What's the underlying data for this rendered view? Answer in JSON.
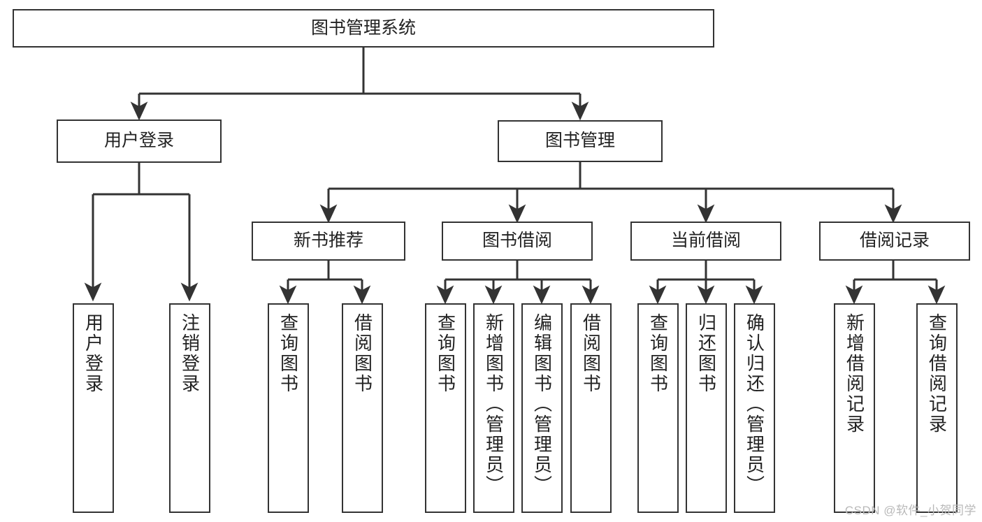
{
  "diagram": {
    "title": "图书管理系统",
    "type": "tree-hierarchy",
    "orientation": "top-down",
    "watermark": "CSDN @软件_小贺同学",
    "colors": {
      "background": "#ffffff",
      "node_border": "#333333",
      "node_fill": "#ffffff",
      "edge": "#333333",
      "text": "#222222",
      "watermark": "#b9b9b9"
    },
    "nodes": {
      "root": {
        "label": "图书管理系统"
      },
      "level1": [
        {
          "id": "user-login",
          "label": "用户登录"
        },
        {
          "id": "book-manage",
          "label": "图书管理"
        }
      ],
      "level2": [
        {
          "id": "new-book-recommend",
          "label": "新书推荐",
          "parent": "book-manage"
        },
        {
          "id": "book-borrow",
          "label": "图书借阅",
          "parent": "book-manage"
        },
        {
          "id": "current-borrow",
          "label": "当前借阅",
          "parent": "book-manage"
        },
        {
          "id": "borrow-record",
          "label": "借阅记录",
          "parent": "book-manage"
        }
      ],
      "leaves": [
        {
          "id": "leaf-user-login",
          "label": "用户登录",
          "parent": "user-login"
        },
        {
          "id": "leaf-user-logout",
          "label": "注销登录",
          "parent": "user-login"
        },
        {
          "id": "leaf-query-book-1",
          "label": "查询图书",
          "parent": "new-book-recommend"
        },
        {
          "id": "leaf-borrow-book-1",
          "label": "借阅图书",
          "parent": "new-book-recommend"
        },
        {
          "id": "leaf-query-book-2",
          "label": "查询图书",
          "parent": "book-borrow"
        },
        {
          "id": "leaf-add-book",
          "label": "新增图书（管理员）",
          "parent": "book-borrow"
        },
        {
          "id": "leaf-edit-book",
          "label": "编辑图书（管理员）",
          "parent": "book-borrow"
        },
        {
          "id": "leaf-borrow-book-2",
          "label": "借阅图书",
          "parent": "book-borrow"
        },
        {
          "id": "leaf-query-book-3",
          "label": "查询图书",
          "parent": "current-borrow"
        },
        {
          "id": "leaf-return-book",
          "label": "归还图书",
          "parent": "current-borrow"
        },
        {
          "id": "leaf-confirm-return",
          "label": "确认归还（管理员）",
          "parent": "current-borrow"
        },
        {
          "id": "leaf-add-record",
          "label": "新增借阅记录",
          "parent": "borrow-record"
        },
        {
          "id": "leaf-query-record",
          "label": "查询借阅记录",
          "parent": "borrow-record"
        }
      ]
    }
  }
}
